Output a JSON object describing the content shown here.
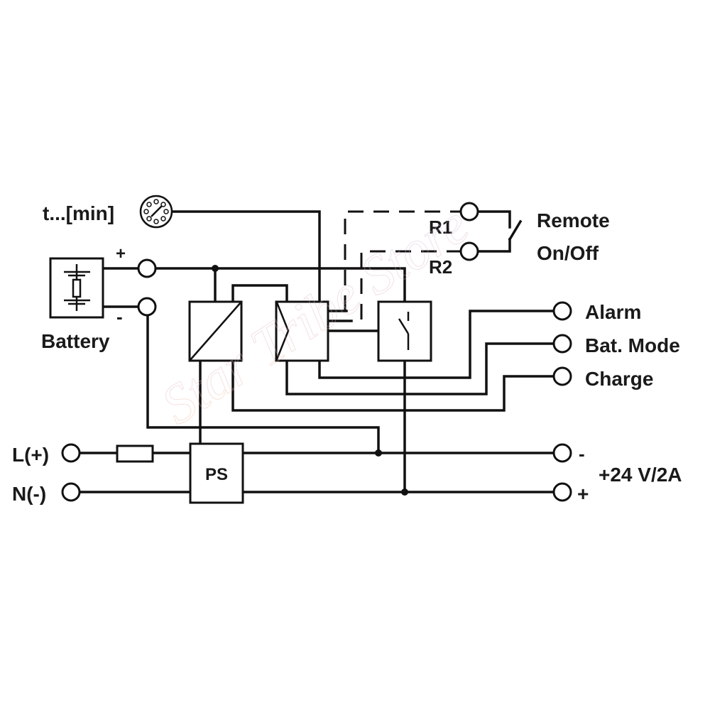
{
  "diagram": {
    "labels": {
      "timer": "t...[min]",
      "battery": "Battery",
      "battery_plus": "+",
      "battery_minus": "-",
      "r1": "R1",
      "r2": "R2",
      "remote_line1": "Remote",
      "remote_line2": "On/Off",
      "alarm": "Alarm",
      "bat_mode": "Bat. Mode",
      "charge": "Charge",
      "line_in": "L(+)",
      "neutral_in": "N(-)",
      "ps": "PS",
      "out_minus": "-",
      "out_plus": "+",
      "output_rating": "+24 V/2A"
    },
    "blocks": [
      {
        "id": "battery",
        "symbol": "battery-fuse-icon"
      },
      {
        "id": "dc-converter",
        "symbol": "dc-dc-converter-icon"
      },
      {
        "id": "controller",
        "symbol": "controller-icon"
      },
      {
        "id": "switch",
        "symbol": "switch-icon"
      },
      {
        "id": "power-supply",
        "symbol": "ps-box"
      },
      {
        "id": "fuse",
        "symbol": "fuse-icon"
      },
      {
        "id": "timer-dial",
        "symbol": "timer-dial-icon"
      }
    ],
    "watermark": "Star Tribe Store"
  }
}
